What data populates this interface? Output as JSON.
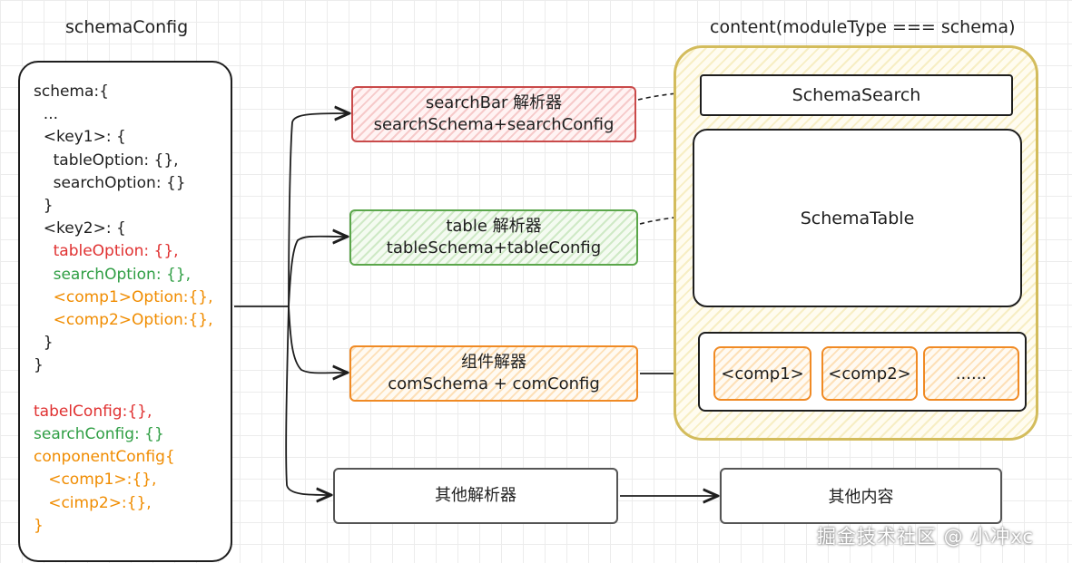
{
  "labels": {
    "schema_config": "schemaConfig",
    "content": "content(moduleType === schema)"
  },
  "schema_code": [
    {
      "text": "schema:{",
      "color": "#1e1e1e"
    },
    {
      "text": "  ...",
      "color": "#1e1e1e"
    },
    {
      "text": "  <key1>: {",
      "color": "#1e1e1e"
    },
    {
      "text": "    tableOption: {},",
      "color": "#1e1e1e"
    },
    {
      "text": "    searchOption: {}",
      "color": "#1e1e1e"
    },
    {
      "text": "  }",
      "color": "#1e1e1e"
    },
    {
      "text": "  <key2>: {",
      "color": "#1e1e1e"
    },
    {
      "text": "    tableOption: {},",
      "color": "#e03131"
    },
    {
      "text": "    searchOption: {},",
      "color": "#2f9e44"
    },
    {
      "text": "    <comp1>Option:{},",
      "color": "#f08c00"
    },
    {
      "text": "    <comp2>Option:{},",
      "color": "#f08c00"
    },
    {
      "text": "  }",
      "color": "#1e1e1e"
    },
    {
      "text": "}",
      "color": "#1e1e1e"
    },
    {
      "text": "",
      "color": "#1e1e1e"
    },
    {
      "text": "tabelConfig:{},",
      "color": "#e03131"
    },
    {
      "text": "searchConfig: {}",
      "color": "#2f9e44"
    },
    {
      "text": "conponentConfig{",
      "color": "#f08c00"
    },
    {
      "text": "   <comp1>:{},",
      "color": "#f08c00"
    },
    {
      "text": "   <cimp2>:{},",
      "color": "#f08c00"
    },
    {
      "text": "}",
      "color": "#f08c00"
    }
  ],
  "parsers": {
    "search": {
      "line1": "searchBar 解析器",
      "line2": "searchSchema+searchConfig"
    },
    "table": {
      "line1": "table 解析器",
      "line2": "tableSchema+tableConfig"
    },
    "component": {
      "line1": "组件解器",
      "line2": "comSchema + comConfig"
    },
    "other": {
      "line1": "其他解析器"
    }
  },
  "content": {
    "schema_search": "SchemaSearch",
    "schema_table": "SchemaTable",
    "comp1": "<comp1>",
    "comp2": "<comp2>",
    "comp_more": "......",
    "other_content": "其他内容"
  },
  "watermark": "掘金技术社区 @ 小冲xc"
}
